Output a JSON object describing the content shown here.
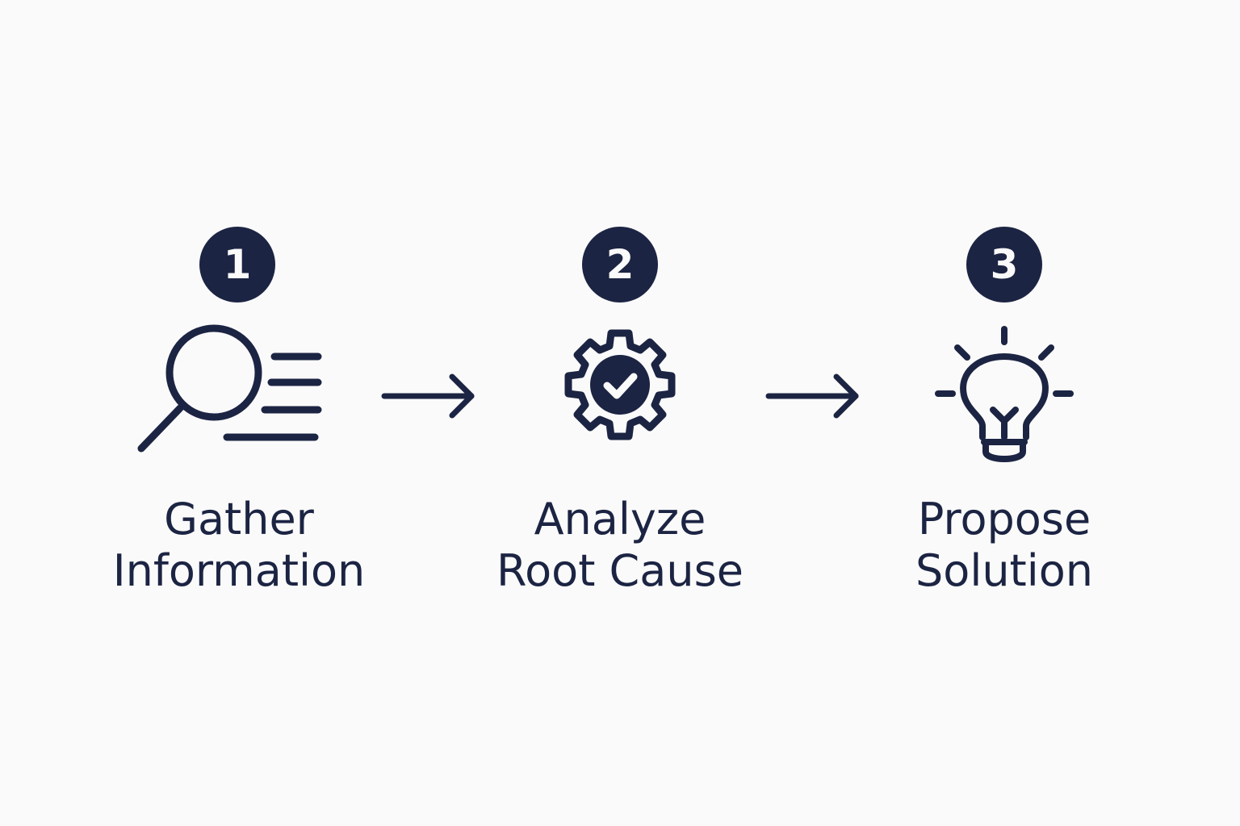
{
  "colors": {
    "ink": "#1c2443",
    "background": "#fafafa"
  },
  "steps": [
    {
      "number": "1",
      "icon": "magnifier-list-icon",
      "label_line1": "Gather",
      "label_line2": "Information"
    },
    {
      "number": "2",
      "icon": "gear-check-icon",
      "label_line1": "Analyze",
      "label_line2": "Root Cause"
    },
    {
      "number": "3",
      "icon": "lightbulb-icon",
      "label_line1": "Propose",
      "label_line2": "Solution"
    }
  ],
  "connectors": [
    {
      "icon": "arrow-right-icon"
    },
    {
      "icon": "arrow-right-icon"
    }
  ]
}
